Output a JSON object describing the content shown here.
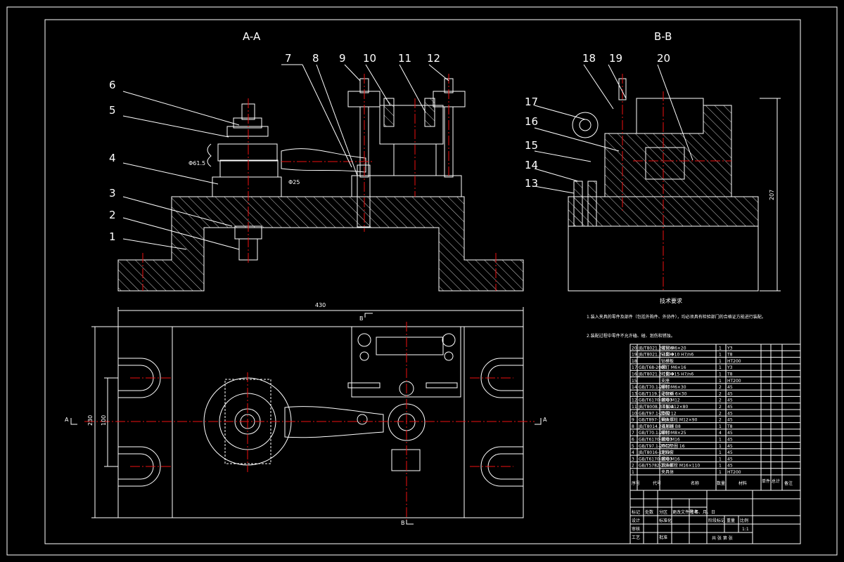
{
  "drawing": {
    "section_aa": "A-A",
    "section_bb": "B-B",
    "balloons": [
      "1",
      "2",
      "3",
      "4",
      "5",
      "6",
      "7",
      "8",
      "9",
      "10",
      "11",
      "12",
      "13",
      "14",
      "15",
      "16",
      "17",
      "18",
      "19",
      "20"
    ],
    "dims": {
      "length": "430",
      "width": "230",
      "slot_pitch": "100",
      "height": "207",
      "fit_1": "Φ61.5",
      "fit_2": "Φ25"
    },
    "view_markers": {
      "a_left": "A",
      "a_right": "A",
      "b_top": "B",
      "b_bottom": "B"
    }
  },
  "tech": {
    "title": "技术要求",
    "line1": "1.装入夹具的零件及部件（包括外购件、外协件），均必须具有检验部门的合格证方能进行装配。",
    "line2": "2.装配过程中零件不允许磕、碰、划伤和锈蚀。"
  },
  "title_block": {
    "headers": [
      "序号",
      "代号",
      "名称",
      "数量",
      "材料",
      "单件",
      "总计",
      "备注"
    ],
    "rows": [
      {
        "no": "20",
        "code": "JB/T8021.2-1999",
        "name": "螺钉 M6×20",
        "qty": "1",
        "mat": "Y3"
      },
      {
        "no": "19",
        "code": "JB/T8021.2-1999",
        "name": "钻套 Φ10 H7/n6",
        "qty": "1",
        "mat": "T8"
      },
      {
        "no": "18",
        "code": "",
        "name": "钻模板",
        "qty": "1",
        "mat": "HT200"
      },
      {
        "no": "17",
        "code": "GB/T68-2000",
        "name": "螺钉 M6×16",
        "qty": "1",
        "mat": "Y3"
      },
      {
        "no": "16",
        "code": "JB/T8021.2-1999",
        "name": "衬套 Φ15 H7/n6",
        "qty": "1",
        "mat": "T8"
      },
      {
        "no": "15",
        "code": "",
        "name": "支座",
        "qty": "1",
        "mat": "HT200"
      },
      {
        "no": "14",
        "code": "GB/T70.1-2000",
        "name": "螺钉 M6×30",
        "qty": "2",
        "mat": "45"
      },
      {
        "no": "13",
        "code": "GB/T119.1-2000",
        "name": "定位销 6×30",
        "qty": "2",
        "mat": "45"
      },
      {
        "no": "12",
        "code": "GB/T6170-2000",
        "name": "螺母 M12",
        "qty": "2",
        "mat": "45"
      },
      {
        "no": "11",
        "code": "JB/T8008.2-1999",
        "name": "压板 A12×80",
        "qty": "2",
        "mat": "45"
      },
      {
        "no": "10",
        "code": "GB/T97.1-2002",
        "name": "垫圈 12",
        "qty": "2",
        "mat": "45"
      },
      {
        "no": "9",
        "code": "GB/T897-1988",
        "name": "双头螺柱 M12×90",
        "qty": "2",
        "mat": "45"
      },
      {
        "no": "8",
        "code": "JB/T8014.2-1999",
        "name": "菱形销 B8",
        "qty": "1",
        "mat": "T8"
      },
      {
        "no": "7",
        "code": "GB/T70.1-2000",
        "name": "螺钉 M8×25",
        "qty": "4",
        "mat": "45"
      },
      {
        "no": "6",
        "code": "GB/T6170-2000",
        "name": "螺母 M16",
        "qty": "1",
        "mat": "45"
      },
      {
        "no": "5",
        "code": "GB/T97.1-2002",
        "name": "开口垫圈 16",
        "qty": "1",
        "mat": "45"
      },
      {
        "no": "4",
        "code": "JB/T8016-1999",
        "name": "定位套",
        "qty": "1",
        "mat": "45"
      },
      {
        "no": "3",
        "code": "GB/T6170-2000",
        "name": "螺母 M16",
        "qty": "1",
        "mat": "45"
      },
      {
        "no": "2",
        "code": "GB/T5782-2000",
        "name": "双头螺栓 M16×110",
        "qty": "1",
        "mat": "45"
      },
      {
        "no": "1",
        "code": "",
        "name": "夹具体",
        "qty": "1",
        "mat": "HT200"
      }
    ],
    "lower": {
      "c1": "标记",
      "c2": "处数",
      "c3": "分区",
      "c4": "更改文件号",
      "c5": "签名",
      "c6": "年、月、日",
      "design": "设计",
      "std": "标准化",
      "review": "审核",
      "process": "工艺",
      "approve": "批准",
      "stage": "阶段标记",
      "weight": "重量",
      "scale": "比例",
      "scale_val": "1:1",
      "sheets": "共   张  第   张"
    }
  }
}
